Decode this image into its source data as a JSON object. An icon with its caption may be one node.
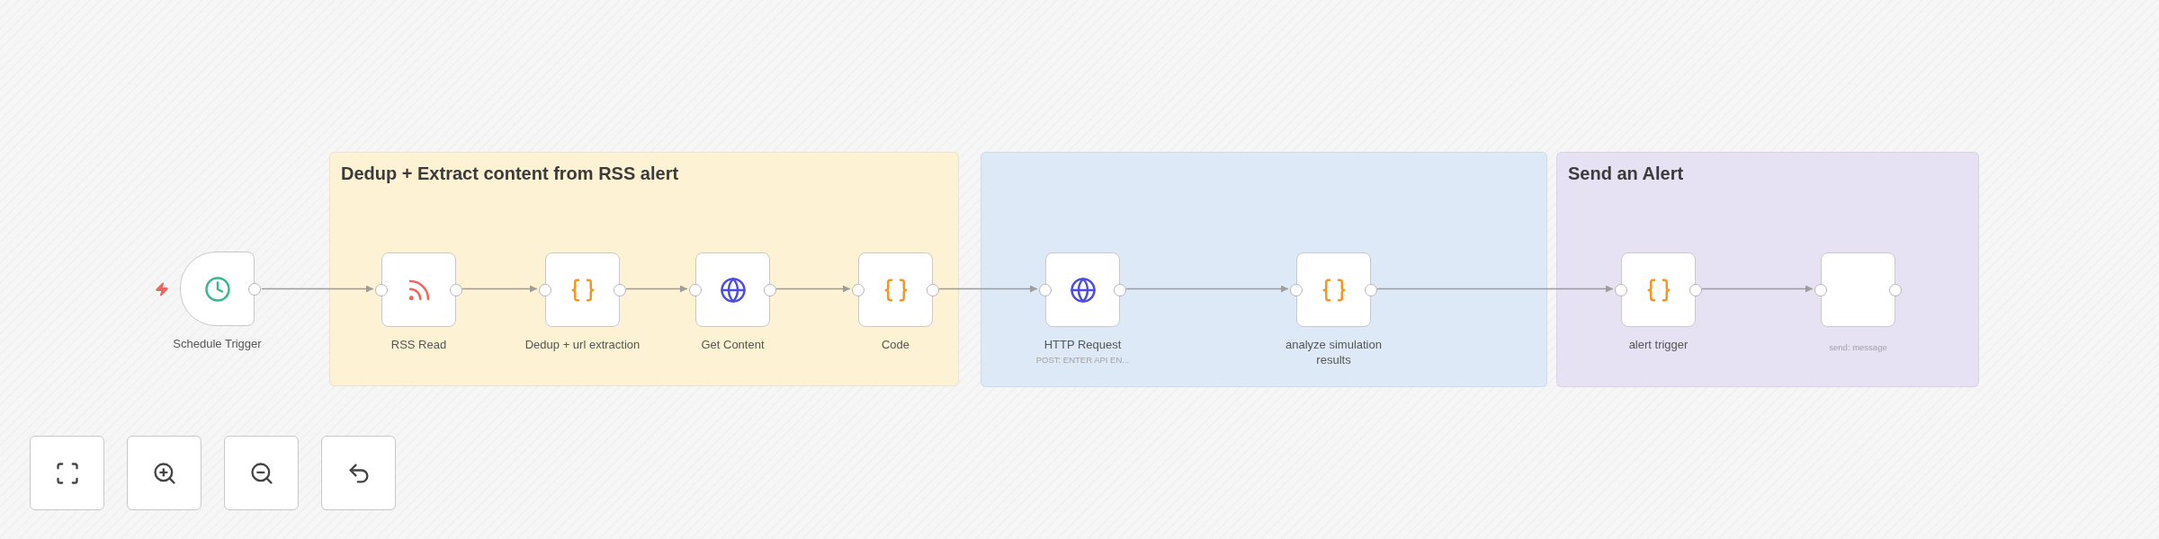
{
  "diagram": {
    "nodes": [
      {
        "text": [
          "Schedule Trigger"
        ]
      },
      {
        "text": [
          "Dedup + Extract content from RSS alert"
        ]
      },
      {
        "text": [
          "RSS Read"
        ],
        "in": 1
      },
      {
        "text": [
          "Dedup + url extraction"
        ],
        "in": 1
      },
      {
        "text": [
          "Get Content"
        ],
        "in": 1
      },
      {
        "text": [
          "Code"
        ],
        "in": 1
      },
      {
        "text": [],
        "shape": "box"
      },
      {
        "text": [
          "HTTP Request",
          "POST: ENTER API EN..."
        ],
        "in": 6
      },
      {
        "text": [
          "analyze simulation results"
        ],
        "in": 6
      },
      {
        "text": [
          "Send an Alert"
        ]
      },
      {
        "text": [
          "alert trigger"
        ],
        "in": 9
      },
      {
        "text": [
          "send: message"
        ],
        "in": 9
      }
    ],
    "edges": [
      {
        "from": 0,
        "to": 2,
        "arrow": "to"
      },
      {
        "from": 2,
        "to": 3,
        "arrow": "to"
      },
      {
        "from": 3,
        "to": 4,
        "arrow": "to"
      },
      {
        "from": 4,
        "to": 5,
        "arrow": "to"
      },
      {
        "from": 5,
        "to": 7,
        "arrow": "to"
      },
      {
        "from": 7,
        "to": 8,
        "arrow": "to"
      },
      {
        "from": 8,
        "to": 10,
        "arrow": "to"
      },
      {
        "from": 10,
        "to": 11,
        "arrow": "to"
      }
    ]
  }
}
